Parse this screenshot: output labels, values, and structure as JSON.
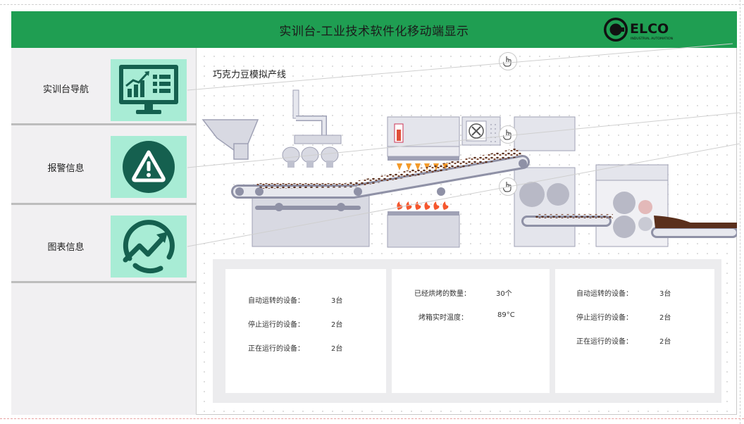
{
  "header": {
    "title": "实训台-工业技术软件化移动端显示",
    "logo_text": "ELCO",
    "logo_subtext": "INDUSTRIAL AUTOMATION"
  },
  "sidebar": {
    "items": [
      {
        "label": "实训台导航",
        "icon": "monitor-chart-icon"
      },
      {
        "label": "报警信息",
        "icon": "warning-icon"
      },
      {
        "label": "图表信息",
        "icon": "trend-up-icon"
      }
    ]
  },
  "scene": {
    "title": "巧克力豆模拟产线"
  },
  "stats": {
    "card1": [
      {
        "label": "自动运转的设备：",
        "value": "3台"
      },
      {
        "label": "停止运行的设备：",
        "value": "2台"
      },
      {
        "label": "正在运行的设备：",
        "value": "2台"
      }
    ],
    "card2": [
      {
        "label": "已经烘烤的数量：",
        "value": "30个"
      },
      {
        "label": "烤箱实时温度：",
        "value": "89°C"
      }
    ],
    "card3": [
      {
        "label": "自动运转的设备：",
        "value": "3台"
      },
      {
        "label": "停止运行的设备：",
        "value": "2台"
      },
      {
        "label": "正在运行的设备：",
        "value": "2台"
      }
    ]
  },
  "colors": {
    "header": "#1f9e52",
    "icon_bg": "#a8ecd5",
    "icon_fg": "#15604f",
    "machine": "#d8d9e2",
    "bean": "#5a2f1c"
  }
}
